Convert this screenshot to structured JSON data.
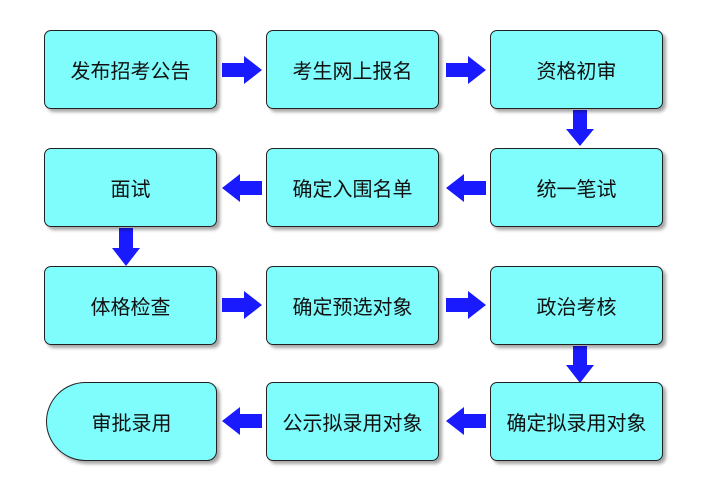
{
  "colors": {
    "node_fill": "#7ffcfc",
    "node_border": "#222222",
    "arrow": "#1a1aff"
  },
  "steps": [
    "发布招考公告",
    "考生网上报名",
    "资格初审",
    "统一笔试",
    "确定入围名单",
    "面试",
    "体格检查",
    "确定预选对象",
    "政治考核",
    "确定拟录用对象",
    "公示拟录用对象",
    "审批录用"
  ]
}
